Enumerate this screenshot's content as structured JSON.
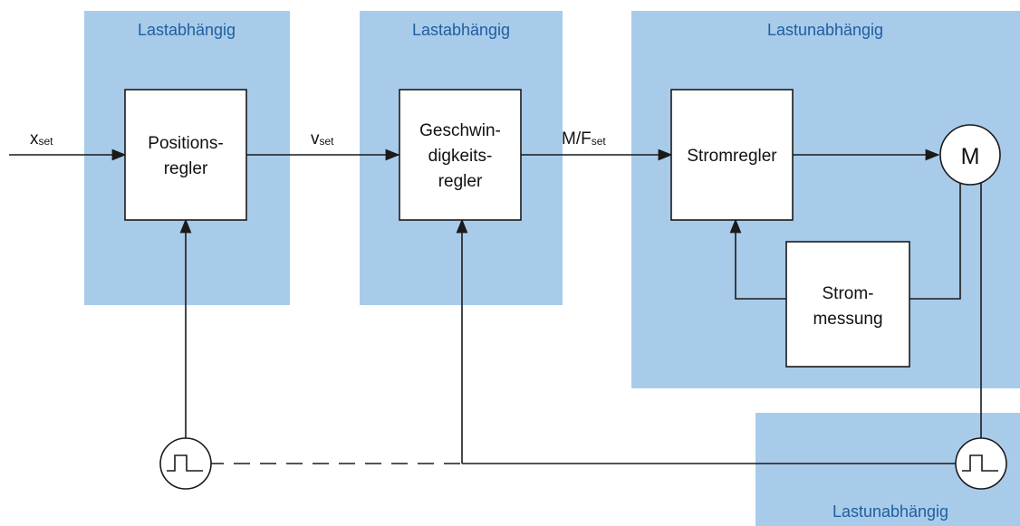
{
  "colors": {
    "zone_fill": "#a9cbea",
    "zone_text": "#1f5e9f",
    "line": "#1a1a1a",
    "block_fill": "#ffffff"
  },
  "zones": [
    {
      "label": "Lastabhängig"
    },
    {
      "label": "Lastabhängig"
    },
    {
      "label": "Lastunabhängig"
    },
    {
      "label": "Lastunabhängig"
    }
  ],
  "blocks": {
    "position_controller": {
      "line1": "Positions-",
      "line2": "regler"
    },
    "speed_controller": {
      "line1": "Geschwin-",
      "line2": "digkeits-",
      "line3": "regler"
    },
    "current_controller": {
      "line1": "Stromregler"
    },
    "current_measurement": {
      "line1": "Strom-",
      "line2": "messung"
    },
    "motor": {
      "label": "M"
    }
  },
  "signals": {
    "x_set": {
      "main": "x",
      "sub": "set"
    },
    "v_set": {
      "main": "v",
      "sub": "set"
    },
    "mf_set": {
      "main": "M/F",
      "sub": "set"
    }
  },
  "icons": {
    "encoder_left": "pulse-encoder-icon",
    "encoder_right": "pulse-encoder-icon"
  }
}
